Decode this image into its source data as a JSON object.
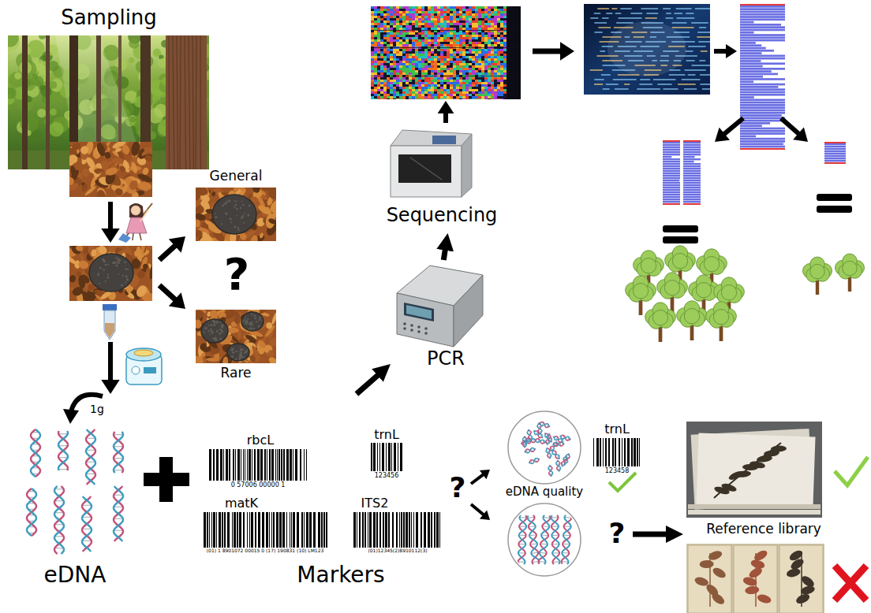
{
  "diagram": {
    "nodes": [
      {
        "text": [
          "Sampling"
        ]
      },
      {
        "text": [
          "General"
        ]
      },
      {
        "text": [
          "Rare"
        ]
      },
      {
        "text": [
          "eDNA"
        ]
      },
      {
        "text": [
          "Markers"
        ]
      },
      {
        "text": [
          "PCR"
        ]
      },
      {
        "text": [
          "Sequencing"
        ]
      },
      {
        "text": [
          "eDNA quality"
        ]
      },
      {
        "text": [
          "Reference library"
        ]
      }
    ],
    "edges": [
      {
        "from": 4,
        "to": 5,
        "arrow": "to"
      },
      {
        "from": 5,
        "to": 6,
        "arrow": "to"
      },
      {
        "from": 7,
        "to": 8,
        "arrow": "to"
      }
    ],
    "labels": [
      "?",
      "1g",
      "rbcL",
      "0 57006 00000 1",
      "trnL",
      "123456",
      "matK",
      "(01) 1 8901072 00015 0 (17) 190831 (10) LM123",
      "ITS2",
      "(01)12345(2)8910112(3)",
      "?",
      "trnL",
      "123458",
      "?"
    ]
  }
}
